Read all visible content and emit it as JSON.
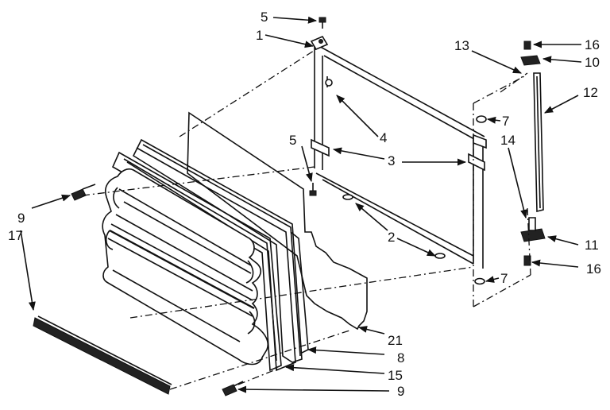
{
  "callouts": {
    "c1": "1",
    "c2": "2",
    "c3": "3",
    "c4": "4",
    "c5a": "5",
    "c5b": "5",
    "c7a": "7",
    "c7b": "7",
    "c8": "8",
    "c9a": "9",
    "c9b": "9",
    "c10": "10",
    "c11": "11",
    "c12": "12",
    "c13": "13",
    "c14": "14",
    "c15": "15",
    "c16a": "16",
    "c16b": "16",
    "c17": "17",
    "c21": "21"
  }
}
